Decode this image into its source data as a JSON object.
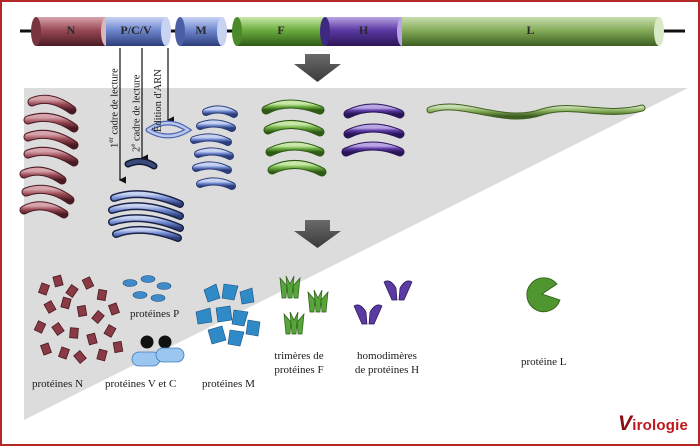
{
  "genome": {
    "segments": [
      {
        "label": "N",
        "color": "#9a4a55"
      },
      {
        "label": "P/C/V",
        "color": "#6f88cf"
      },
      {
        "label": "M",
        "color": "#6f88cf"
      },
      {
        "label": "F",
        "color": "#6cae3f"
      },
      {
        "label": "H",
        "color": "#5b3aa3"
      },
      {
        "label": "L",
        "color": "#6e9c3f"
      }
    ]
  },
  "annotations": {
    "frame1_sup": "er",
    "frame1_rest": " cadre de lecture",
    "frame1_num": "1",
    "frame2_num": "2",
    "frame2_sup": "e",
    "frame2_rest": " cadre de lecture",
    "rna_editing": "Édition d'ARN"
  },
  "proteins": {
    "n": "protéines N",
    "p": "protéines P",
    "vc": "protéines V et C",
    "m": "protéines M",
    "f_line1": "trimères de",
    "f_line2": "protéines F",
    "h_line1": "homodimères",
    "h_line2": "de protéines H",
    "l": "protéine L"
  },
  "logo": {
    "initial": "V",
    "rest": "irologie"
  }
}
